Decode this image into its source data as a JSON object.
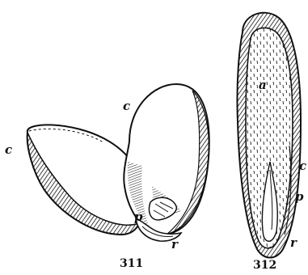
{
  "figures": [
    {
      "number": "311",
      "labels": {
        "cotyledon_left": "c",
        "cotyledon_right": "c",
        "plumule": "p",
        "radicle": "r"
      }
    },
    {
      "number": "312",
      "labels": {
        "albumen": "a",
        "cotyledon": "c",
        "plumule": "p",
        "radicle": "r"
      }
    }
  ],
  "colors": {
    "ink": "#111111",
    "paper": "#ffffff"
  }
}
